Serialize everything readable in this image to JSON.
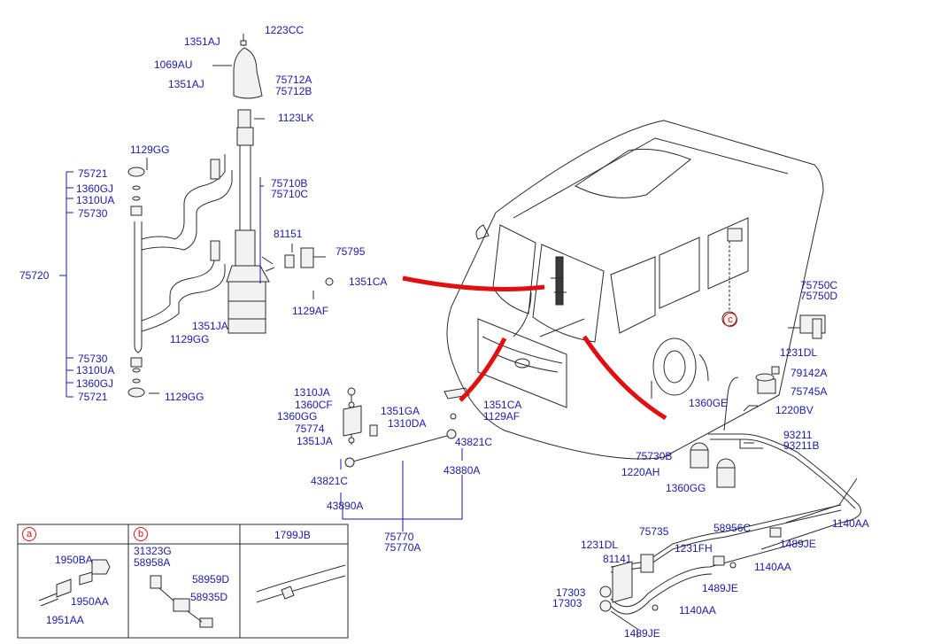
{
  "labels": {
    "l_1351AJ_top": "1351AJ",
    "l_1223CC": "1223CC",
    "l_1069AU": "1069AU",
    "l_1351AJ_2": "1351AJ",
    "l_75712A": "75712A",
    "l_75712B": "75712B",
    "l_1123LK": "1123LK",
    "l_1129GG_top": "1129GG",
    "l_75721_top": "75721",
    "l_1360GJ_top": "1360GJ",
    "l_1310UA_top": "1310UA",
    "l_75730_top": "75730",
    "l_75720": "75720",
    "l_75730_bot": "75730",
    "l_1310UA_bot": "1310UA",
    "l_1360GJ_bot": "1360GJ",
    "l_75721_bot": "75721",
    "l_1129GG_bot": "1129GG",
    "l_75710B": "75710B",
    "l_75710C": "75710C",
    "l_81151": "81151",
    "l_75795": "75795",
    "l_1351CA_1": "1351CA",
    "l_1129AF_1": "1129AF",
    "l_1351JA_1": "1351JA",
    "l_1129GG_mid": "1129GG",
    "l_1310JA": "1310JA",
    "l_1360CF": "1360CF",
    "l_1360GG_1": "1360GG",
    "l_75774": "75774",
    "l_1351JA_2": "1351JA",
    "l_1351GA": "1351GA",
    "l_1310DA": "1310DA",
    "l_1351CA_2": "1351CA",
    "l_1129AF_2": "1129AF",
    "l_43821C_r": "43821C",
    "l_43880A": "43880A",
    "l_43821C_l": "43821C",
    "l_43890A": "43890A",
    "l_75770": "75770",
    "l_75770A": "75770A",
    "l_75750C": "75750C",
    "l_75750D": "75750D",
    "l_1231DL_1": "1231DL",
    "l_79142A": "79142A",
    "l_75745A": "75745A",
    "l_1360GE": "1360GE",
    "l_1220BV": "1220BV",
    "l_93211": "93211",
    "l_93211B": "93211B",
    "l_75730B": "75730B",
    "l_1220AH": "1220AH",
    "l_1360GG_2": "1360GG",
    "l_1140AA_1": "1140AA",
    "l_58956C": "58956C",
    "l_1489JE_1": "1489JE",
    "l_75735": "75735",
    "l_1231DL_2": "1231DL",
    "l_1231FH": "1231FH",
    "l_81141": "81141",
    "l_1140AA_2": "1140AA",
    "l_1489JE_2": "1489JE",
    "l_17303_1": "17303",
    "l_17303_2": "17303",
    "l_1140AA_3": "1140AA",
    "l_1489JE_3": "1489JE"
  },
  "detail_table": {
    "col_a_tag": "a",
    "col_b_tag": "b",
    "col_c_header": "1799JB",
    "a_1950BA": "1950BA",
    "a_1950AA": "1950AA",
    "a_1951AA": "1951AA",
    "b_31323G": "31323G",
    "b_58958A": "58958A",
    "b_58959D": "58959D",
    "b_58935D": "58935D"
  },
  "callout_c": "c",
  "colors": {
    "label": "#1a1aa6",
    "callout": "#e01010",
    "line": "#2a2a2a"
  }
}
